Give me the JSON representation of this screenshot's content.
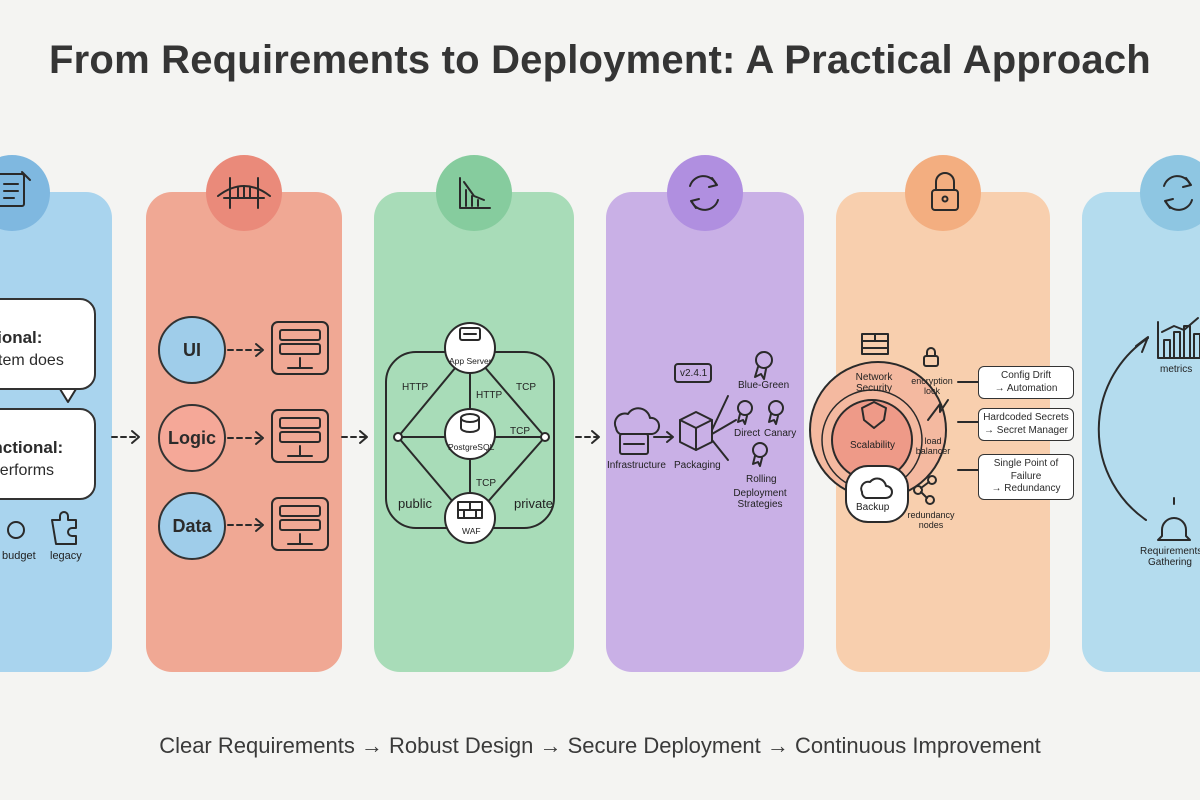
{
  "title": "From Requirements to Deployment: A Practical Approach",
  "footer": "Clear Requirements → Robust Design → Secure Deployment → Continuous Improvement",
  "requirements": {
    "icon": "notepad-icon",
    "functional": {
      "heading": "ctional:",
      "text": "ystem does"
    },
    "nonfunctional": {
      "heading": "unctional:",
      "text": "t performs"
    },
    "constraints": [
      "budget",
      "legacy"
    ]
  },
  "design": {
    "icon": "bridge-icon",
    "layers": [
      "UI",
      "Logic",
      "Data"
    ]
  },
  "architecture": {
    "icon": "chart-icon",
    "nodes": {
      "app": "App Server",
      "db": "PostgreSQL",
      "waf": "WAF"
    },
    "protocols": {
      "http_left": "HTTP",
      "http_mid": "HTTP",
      "tcp_right": "TCP",
      "tcp_mid": "TCP",
      "tcp_low": "TCP"
    },
    "zones": {
      "public": "public",
      "private": "private"
    }
  },
  "deployment": {
    "icon": "refresh-icon",
    "version": "v2.4.1",
    "infrastructure": "Infrastructure",
    "packaging": "Packaging",
    "strategies": {
      "blue_green": "Blue-Green",
      "direct": "Direct",
      "canary": "Canary",
      "rolling": "Rolling",
      "label": "Deployment Strategies"
    }
  },
  "security": {
    "icon": "lock-icon",
    "network": "Network Security",
    "scalability": "Scalability",
    "backup": "Backup",
    "encryption": "encryption lock",
    "load_balancer": "load balancer",
    "redundancy": "redundancy nodes",
    "risks": [
      {
        "problem": "Config Drift",
        "fix": "→ Automation"
      },
      {
        "problem": "Hardcoded Secrets",
        "fix": "→ Secret Manager"
      },
      {
        "problem": "Single Point of Failure",
        "fix": "→ Redundancy"
      }
    ]
  },
  "improvement": {
    "icon": "refresh-icon",
    "metrics": "metrics",
    "requirements": "Requirements Gathering"
  },
  "colors": {
    "blue": "#a9d4ee",
    "salmon": "#f0a894",
    "green": "#a8dcb8",
    "purple": "#c9b0e6",
    "orange": "#f8cfae",
    "lightblue": "#b4dcee"
  }
}
